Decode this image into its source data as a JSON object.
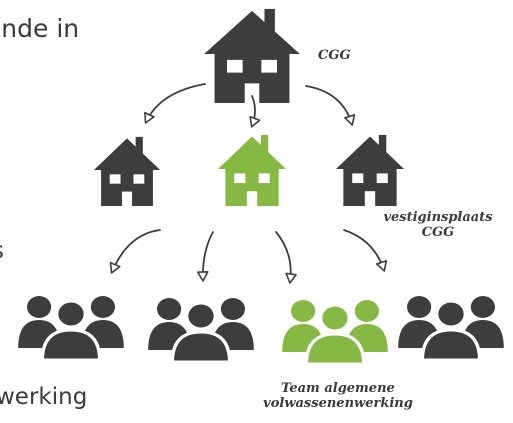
{
  "colors": {
    "house_dark": "#3d3d3d",
    "highlight_green": "#86b844",
    "text": "#3a3a3a",
    "background": "#ffffff"
  },
  "left_text": {
    "top": "onde in",
    "middle": "s",
    "bottom": "werking"
  },
  "labels": {
    "top_house": "CGG",
    "branch": [
      "vestiginsplaats",
      "CGG"
    ],
    "team": [
      "Team algemene",
      "volwassenenwerking"
    ]
  },
  "icons": {
    "top": "house-icon",
    "branches": [
      "house-icon",
      "house-icon-highlighted",
      "house-icon"
    ],
    "teams": [
      "people-group-icon",
      "people-group-icon",
      "people-group-icon-highlighted",
      "people-group-icon"
    ]
  }
}
